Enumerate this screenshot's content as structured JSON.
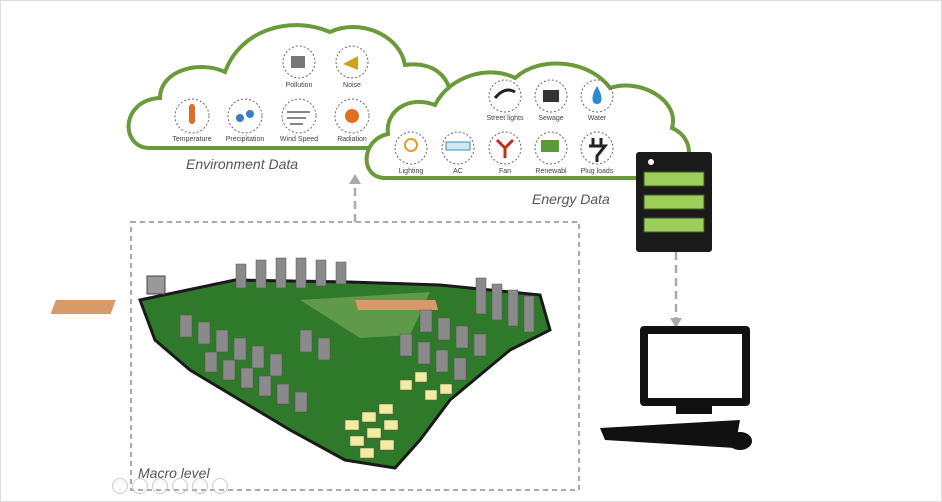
{
  "environment": {
    "title": "Environment Data",
    "sensors": [
      {
        "label": "Pollution",
        "icon": "factory-icon"
      },
      {
        "label": "Noise",
        "icon": "megaphone-icon"
      },
      {
        "label": "Temperature",
        "icon": "thermometer-icon"
      },
      {
        "label": "Precipitation",
        "icon": "rain-drops-icon"
      },
      {
        "label": "Wind Speed",
        "icon": "wind-icon"
      },
      {
        "label": "Radiation",
        "icon": "sun-icon"
      }
    ]
  },
  "energy": {
    "title": "Energy Data",
    "sensors": [
      {
        "label": "Street lights",
        "icon": "street-light-icon"
      },
      {
        "label": "Sewage",
        "icon": "sewage-icon"
      },
      {
        "label": "Water",
        "icon": "water-drop-icon"
      },
      {
        "label": "Lighting",
        "icon": "light-bulb-icon"
      },
      {
        "label": "AC",
        "icon": "air-conditioner-icon"
      },
      {
        "label": "Fan",
        "icon": "fan-icon"
      },
      {
        "label": "Renewabl",
        "icon": "solar-panel-icon"
      },
      {
        "label": "Plug loads",
        "icon": "plug-icon"
      }
    ]
  },
  "city": {
    "label": "Macro level"
  },
  "colors": {
    "cloud_stroke": "#6a9a3a",
    "server_green": "#9ccf5a",
    "ground": "#2f7a2a",
    "building": "#8a8a8a"
  }
}
